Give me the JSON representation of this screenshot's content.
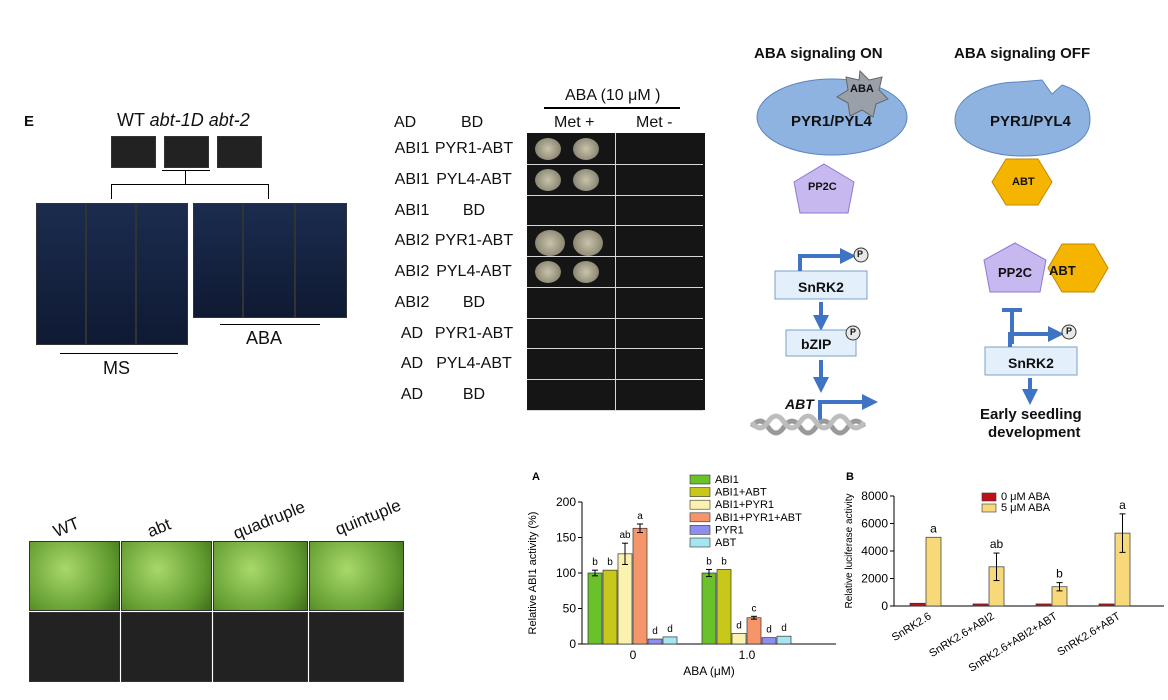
{
  "panel_e": {
    "letter": "E",
    "genotypes": "WT ",
    "genotypes_italic": "abt-1D abt-2",
    "ms_label": "MS",
    "aba_label": "ABA"
  },
  "y2h": {
    "aba_header": "ABA (10 μM )",
    "col_ad": "AD",
    "col_bd": "BD",
    "met_plus": "Met +",
    "met_minus": "Met -",
    "rows": [
      {
        "ad": "ABI1",
        "bd": "PYR1-ABT"
      },
      {
        "ad": "ABI1",
        "bd": "PYL4-ABT"
      },
      {
        "ad": "ABI1",
        "bd": "BD"
      },
      {
        "ad": "ABI2",
        "bd": "PYR1-ABT"
      },
      {
        "ad": "ABI2",
        "bd": "PYL4-ABT"
      },
      {
        "ad": "ABI2",
        "bd": "BD"
      },
      {
        "ad": "AD",
        "bd": "PYR1-ABT"
      },
      {
        "ad": "AD",
        "bd": "PYL4-ABT"
      },
      {
        "ad": "AD",
        "bd": "BD"
      }
    ]
  },
  "model": {
    "on_title": "ABA signaling ON",
    "off_title": "ABA signaling OFF",
    "aba": "ABA",
    "receptor": "PYR1/PYL4",
    "pp2c": "PP2C",
    "abt": "ABT",
    "snrk2": "SnRK2",
    "p": "P",
    "bzip": "bZIP",
    "abt_gene": "ABT",
    "early1": "Early seedling",
    "early2": "development",
    "colors": {
      "blue": "#7fa6d6",
      "purple": "#c7b8f0",
      "gold": "#f4b400",
      "box": "#e3f0fb",
      "arrow": "#3f73c4"
    }
  },
  "phenotype": {
    "labels": [
      "WT",
      "abt",
      "quadruple",
      "quintuple"
    ]
  },
  "chart_data": [
    {
      "type": "bar",
      "panel_letter": "A",
      "categories": [
        "0",
        "1.0"
      ],
      "xlabel": "ABA (μM)",
      "ylabel": "Relative ABI1 activity (%)",
      "ylim": [
        0,
        200
      ],
      "yticks": [
        0,
        50,
        100,
        150,
        200
      ],
      "legend_position": "top-right",
      "series": [
        {
          "name": "ABI1",
          "color": "#6ac22a",
          "values": [
            100,
            100
          ],
          "errors": [
            4,
            5
          ],
          "letters": [
            "b",
            "b"
          ]
        },
        {
          "name": "ABI1+ABT",
          "color": "#c8c81a",
          "values": [
            104,
            105
          ],
          "errors": [
            0,
            0
          ],
          "letters": [
            "b",
            "b"
          ]
        },
        {
          "name": "ABI1+PYR1",
          "color": "#fcf2b0",
          "values": [
            127,
            15
          ],
          "errors": [
            15,
            0
          ],
          "letters": [
            "ab",
            "d"
          ]
        },
        {
          "name": "ABI1+PYR1+ABT",
          "color": "#f7956a",
          "values": [
            163,
            37
          ],
          "errors": [
            6,
            2
          ],
          "letters": [
            "a",
            "c"
          ]
        },
        {
          "name": "PYR1",
          "color": "#8e8ef0",
          "values": [
            7,
            9
          ],
          "errors": [
            0,
            0
          ],
          "letters": [
            "d",
            "d"
          ]
        },
        {
          "name": "ABT",
          "color": "#a6e6f0",
          "values": [
            10,
            11
          ],
          "errors": [
            0,
            0
          ],
          "letters": [
            "d",
            "d"
          ]
        }
      ]
    },
    {
      "type": "bar",
      "panel_letter": "B",
      "categories": [
        "SnRK2.6",
        "SnRK2.6+ABI2",
        "SnRK2.6+ABI2+ABT",
        "SnRK2.6+ABT"
      ],
      "ylabel": "Relative luciferase activity",
      "ylim": [
        0,
        8000
      ],
      "yticks": [
        0,
        2000,
        4000,
        6000,
        8000
      ],
      "legend_position": "top",
      "series": [
        {
          "name": "0 μM ABA",
          "color": "#c0101a",
          "values": [
            200,
            150,
            150,
            150
          ],
          "errors": [
            0,
            0,
            0,
            0
          ],
          "letters": [
            "",
            "",
            "",
            ""
          ]
        },
        {
          "name": "5 μM ABA",
          "color": "#f7d97a",
          "values": [
            5000,
            2850,
            1400,
            5300
          ],
          "errors": [
            0,
            1000,
            300,
            1400
          ],
          "letters": [
            "a",
            "ab",
            "b",
            "a"
          ]
        }
      ]
    }
  ]
}
